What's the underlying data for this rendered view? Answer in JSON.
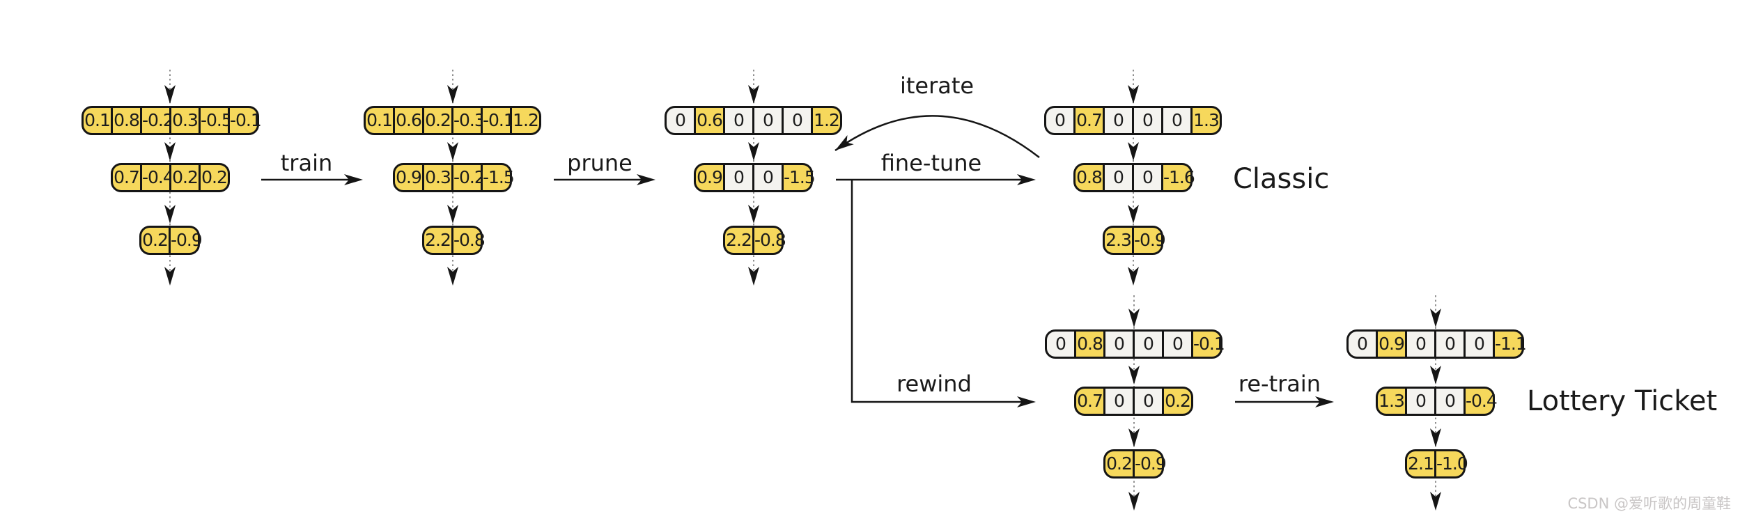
{
  "labels": {
    "train": "train",
    "prune": "prune",
    "iterate": "iterate",
    "fine_tune": "fine-tune",
    "rewind": "rewind",
    "re_train": "re-train",
    "classic": "Classic",
    "lottery_ticket": "Lottery Ticket"
  },
  "watermark": "CSDN @爱听歌的周童鞋",
  "colors": {
    "active_cell": "#f6d85c",
    "pruned_cell": "#f4f3ef",
    "outline": "#151515",
    "dotted_line": "#8f8f8f",
    "label_text": "#1a1a1a",
    "watermark_text": "#c9c6c6"
  },
  "networks": [
    {
      "name": "initial-network",
      "rows": [
        {
          "cells": [
            {
              "v": "0.1",
              "on": true
            },
            {
              "v": "0.8",
              "on": true
            },
            {
              "v": "-0.2",
              "on": true
            },
            {
              "v": "0.3",
              "on": true
            },
            {
              "v": "-0.5",
              "on": true
            },
            {
              "v": "-0.1",
              "on": true
            }
          ]
        },
        {
          "cells": [
            {
              "v": "0.7",
              "on": true
            },
            {
              "v": "-0.4",
              "on": true
            },
            {
              "v": "0.2",
              "on": true
            },
            {
              "v": "0.2",
              "on": true
            }
          ]
        },
        {
          "cells": [
            {
              "v": "0.2",
              "on": true
            },
            {
              "v": "-0.9",
              "on": true
            }
          ]
        }
      ]
    },
    {
      "name": "trained-network",
      "rows": [
        {
          "cells": [
            {
              "v": "0.1",
              "on": true
            },
            {
              "v": "0.6",
              "on": true
            },
            {
              "v": "0.2",
              "on": true
            },
            {
              "v": "-0.3",
              "on": true
            },
            {
              "v": "-0.1",
              "on": true
            },
            {
              "v": "1.2",
              "on": true
            }
          ]
        },
        {
          "cells": [
            {
              "v": "0.9",
              "on": true
            },
            {
              "v": "0.3",
              "on": true
            },
            {
              "v": "-0.2",
              "on": true
            },
            {
              "v": "-1.5",
              "on": true
            }
          ]
        },
        {
          "cells": [
            {
              "v": "2.2",
              "on": true
            },
            {
              "v": "-0.8",
              "on": true
            }
          ]
        }
      ]
    },
    {
      "name": "pruned-network",
      "rows": [
        {
          "cells": [
            {
              "v": "0",
              "on": false
            },
            {
              "v": "0.6",
              "on": true
            },
            {
              "v": "0",
              "on": false
            },
            {
              "v": "0",
              "on": false
            },
            {
              "v": "0",
              "on": false
            },
            {
              "v": "1.2",
              "on": true
            }
          ]
        },
        {
          "cells": [
            {
              "v": "0.9",
              "on": true
            },
            {
              "v": "0",
              "on": false
            },
            {
              "v": "0",
              "on": false
            },
            {
              "v": "-1.5",
              "on": true
            }
          ]
        },
        {
          "cells": [
            {
              "v": "2.2",
              "on": true
            },
            {
              "v": "-0.8",
              "on": true
            }
          ]
        }
      ]
    },
    {
      "name": "finetuned-classic-network",
      "rows": [
        {
          "cells": [
            {
              "v": "0",
              "on": false
            },
            {
              "v": "0.7",
              "on": true
            },
            {
              "v": "0",
              "on": false
            },
            {
              "v": "0",
              "on": false
            },
            {
              "v": "0",
              "on": false
            },
            {
              "v": "1.3",
              "on": true
            }
          ]
        },
        {
          "cells": [
            {
              "v": "0.8",
              "on": true
            },
            {
              "v": "0",
              "on": false
            },
            {
              "v": "0",
              "on": false
            },
            {
              "v": "-1.6",
              "on": true
            }
          ]
        },
        {
          "cells": [
            {
              "v": "2.3",
              "on": true
            },
            {
              "v": "-0.9",
              "on": true
            }
          ]
        }
      ]
    },
    {
      "name": "rewound-network",
      "rows": [
        {
          "cells": [
            {
              "v": "0",
              "on": false
            },
            {
              "v": "0.8",
              "on": true
            },
            {
              "v": "0",
              "on": false
            },
            {
              "v": "0",
              "on": false
            },
            {
              "v": "0",
              "on": false
            },
            {
              "v": "-0.1",
              "on": true
            }
          ]
        },
        {
          "cells": [
            {
              "v": "0.7",
              "on": true
            },
            {
              "v": "0",
              "on": false
            },
            {
              "v": "0",
              "on": false
            },
            {
              "v": "0.2",
              "on": true
            }
          ]
        },
        {
          "cells": [
            {
              "v": "0.2",
              "on": true
            },
            {
              "v": "-0.9",
              "on": true
            }
          ]
        }
      ]
    },
    {
      "name": "retrained-lottery-network",
      "rows": [
        {
          "cells": [
            {
              "v": "0",
              "on": false
            },
            {
              "v": "0.9",
              "on": true
            },
            {
              "v": "0",
              "on": false
            },
            {
              "v": "0",
              "on": false
            },
            {
              "v": "0",
              "on": false
            },
            {
              "v": "-1.1",
              "on": true
            }
          ]
        },
        {
          "cells": [
            {
              "v": "1.3",
              "on": true
            },
            {
              "v": "0",
              "on": false
            },
            {
              "v": "0",
              "on": false
            },
            {
              "v": "-0.4",
              "on": true
            }
          ]
        },
        {
          "cells": [
            {
              "v": "2.1",
              "on": true
            },
            {
              "v": "-1.0",
              "on": true
            }
          ]
        }
      ]
    }
  ]
}
